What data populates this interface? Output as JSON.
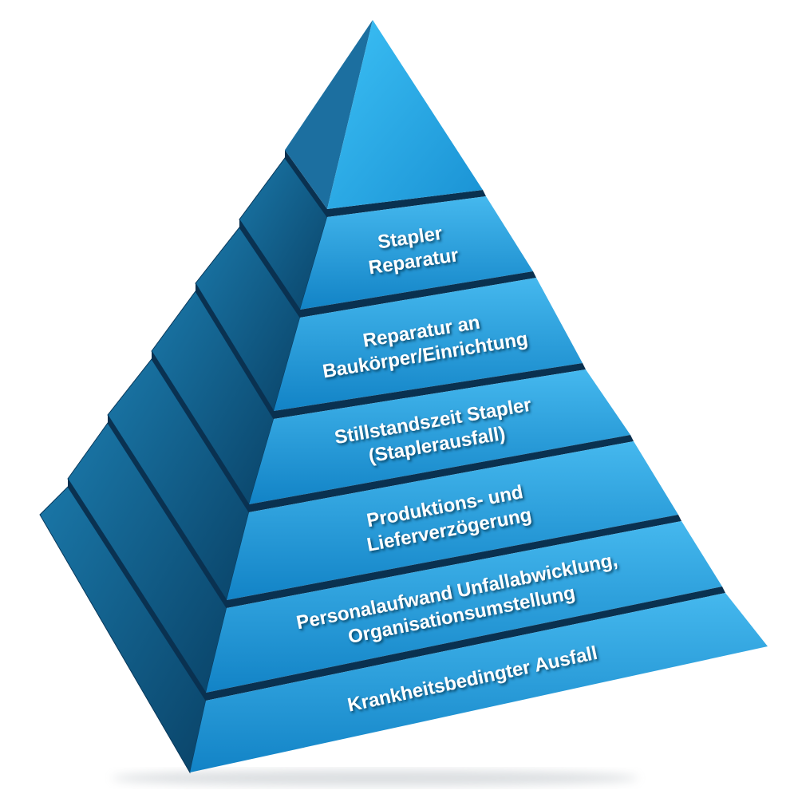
{
  "levels": [
    {
      "lines": [
        "Stapler",
        "Reparatur"
      ]
    },
    {
      "lines": [
        "Reparatur an",
        "Baukörper/Einrichtung"
      ]
    },
    {
      "lines": [
        "Stillstandszeit Stapler",
        "(Stapler­ausfall)"
      ]
    },
    {
      "lines": [
        "Produktions- und",
        "Lieferverzögerung"
      ]
    },
    {
      "lines": [
        "Personalaufwand Unfallabwicklung,",
        "Organisationsumstellung"
      ]
    },
    {
      "lines": [
        "Krankheitsbedingter Ausfall"
      ]
    }
  ],
  "colors": {
    "front_top": "#3fb2ea",
    "front_bottom": "#1388cc",
    "side_top": "#176f9f",
    "side_bottom": "#0b4a73",
    "ledge": "#0a3150",
    "text": "#ffffff"
  }
}
